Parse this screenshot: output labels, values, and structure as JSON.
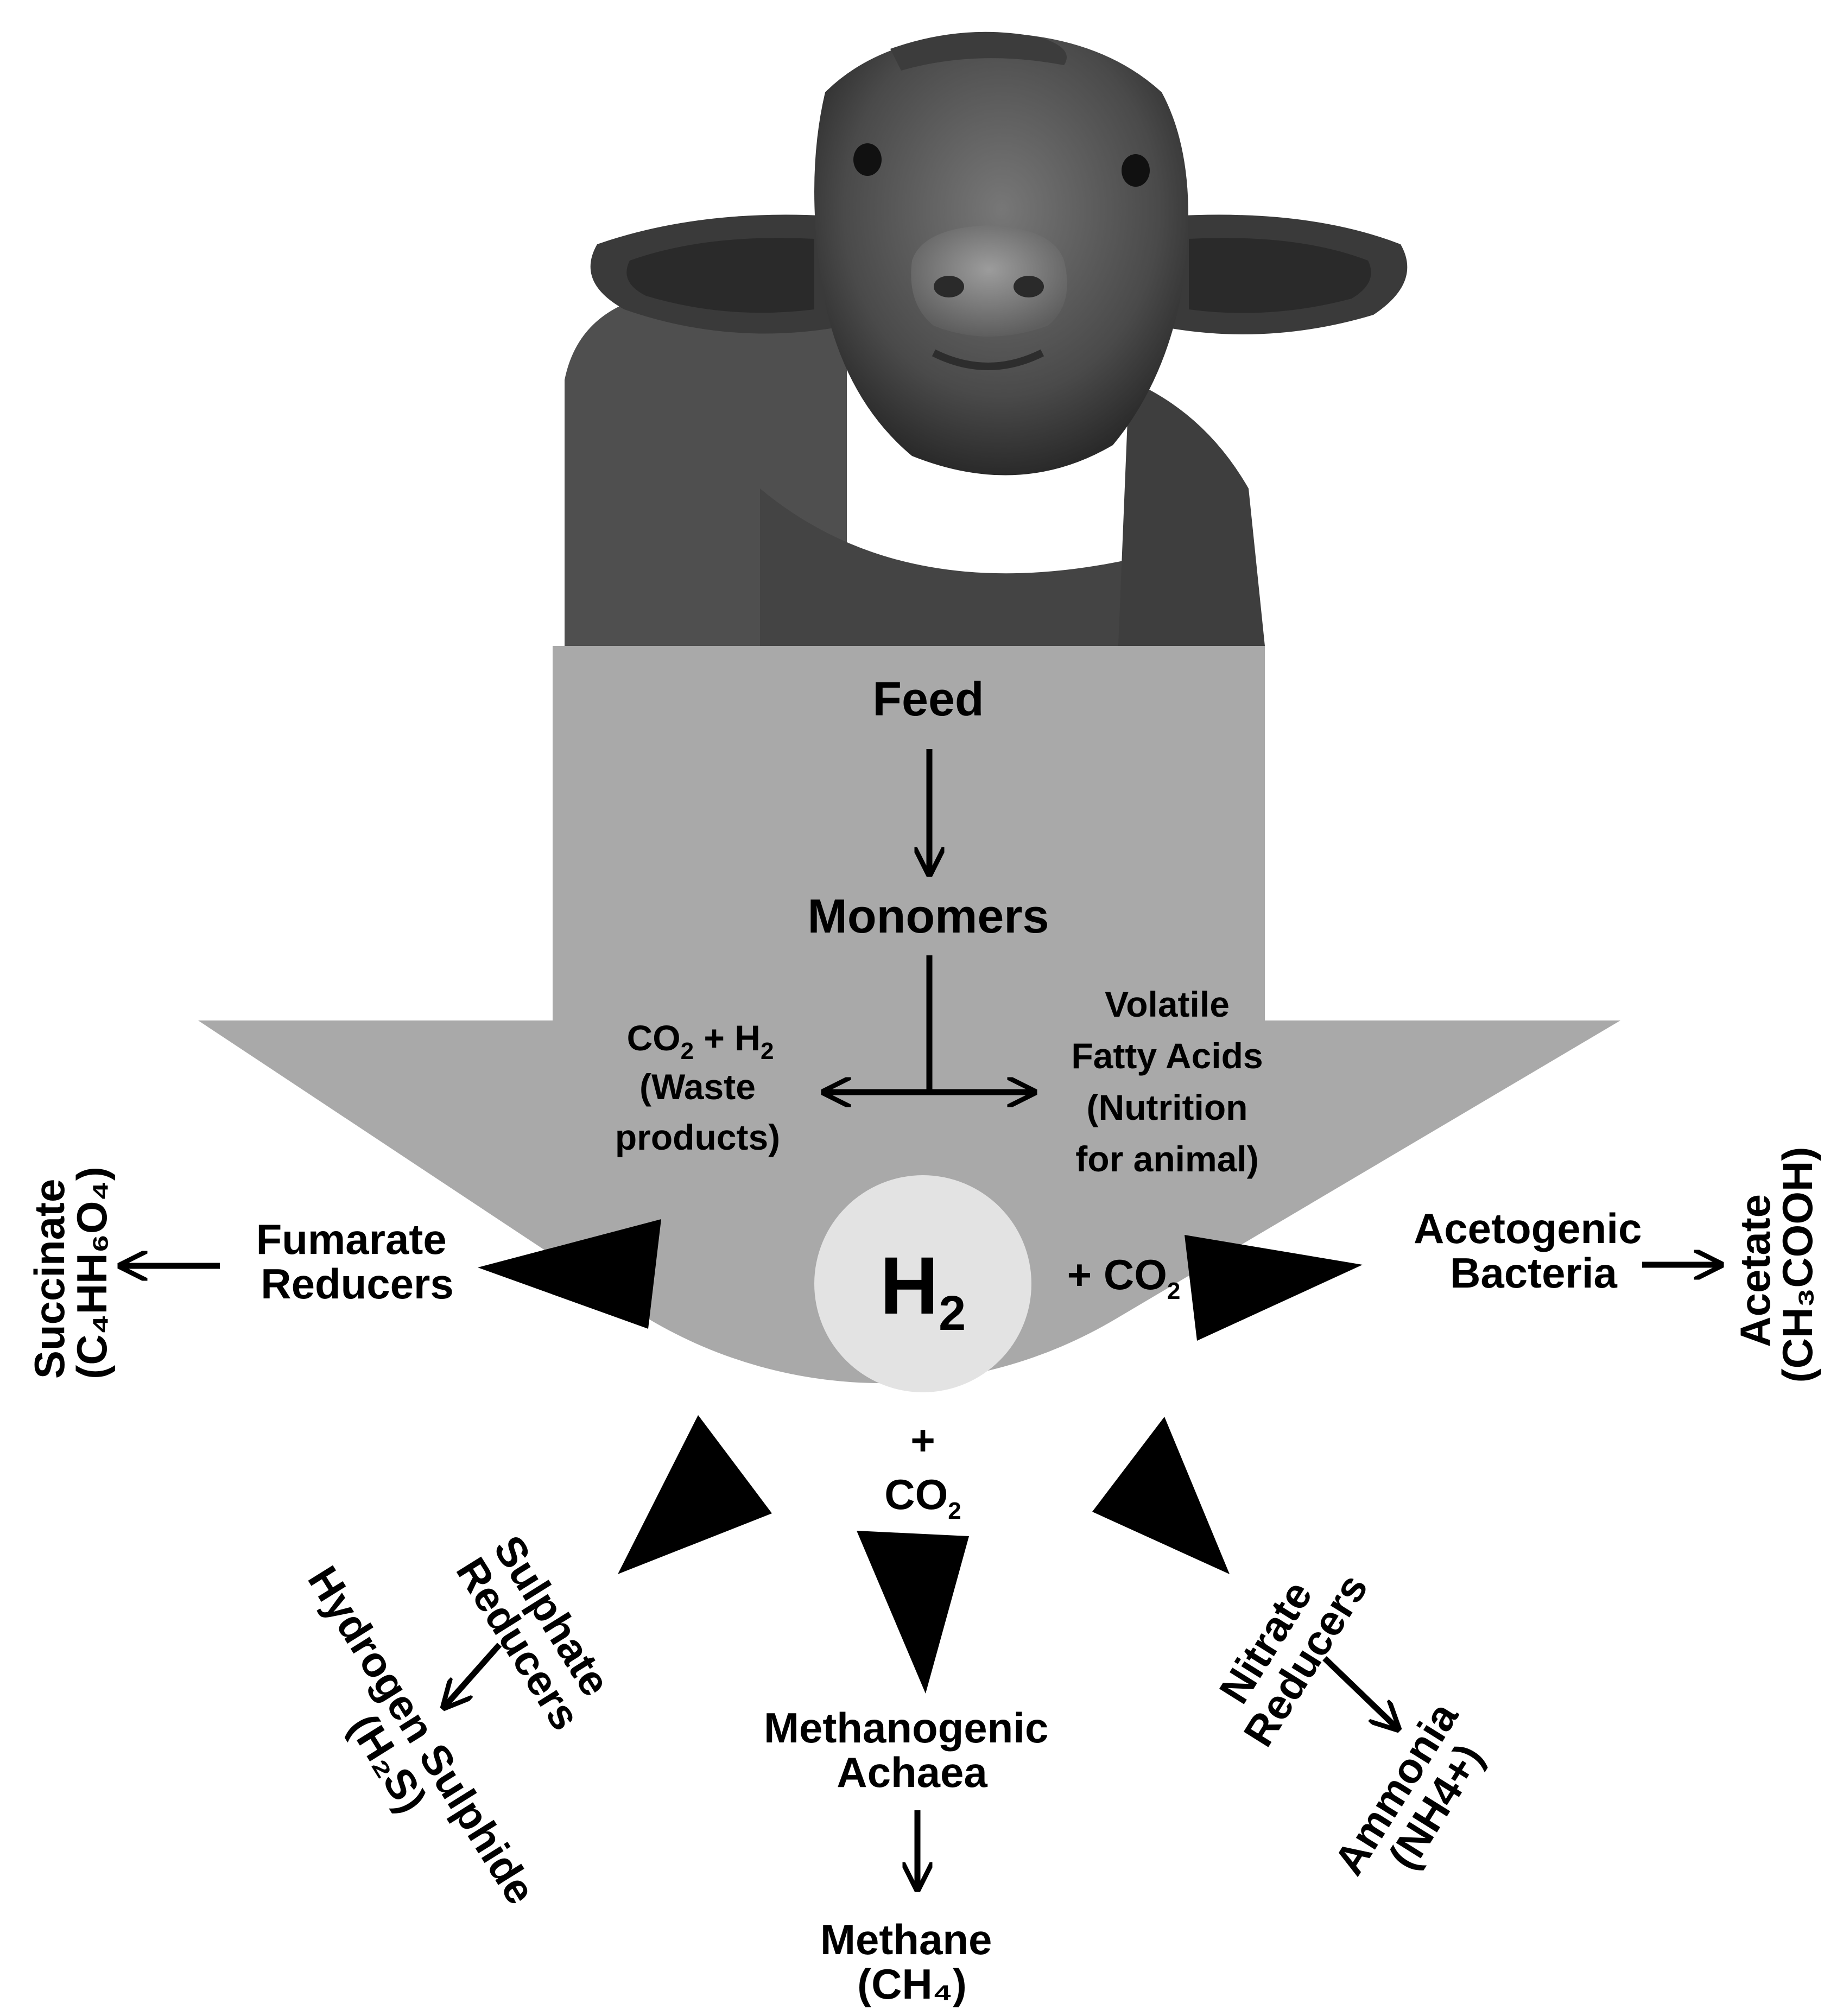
{
  "colors": {
    "background": "#ffffff",
    "funnel": "#a9a9a9",
    "spikes": "#000000",
    "h2_circle": "#e3e3e3",
    "animal": "#5a5a5a"
  },
  "images": {
    "animal_photo": "water-buffalo-head-photo"
  },
  "flow": {
    "feed": "Feed",
    "monomers": "Monomers",
    "waste": {
      "line1_a": "CO",
      "line1_b": "2",
      "line1_c": " + H",
      "line1_d": "2",
      "line2": "(Waste",
      "line3": "products)"
    },
    "vfa": {
      "line1": "Volatile",
      "line2": "Fatty Acids",
      "line3": "(Nutrition",
      "line4": "for animal)"
    }
  },
  "hub": {
    "h2_main": "H",
    "h2_sub": "2",
    "co2_right_a": "+ CO",
    "co2_right_b": "2",
    "co2_bottom_plus": "+",
    "co2_bottom_a": "CO",
    "co2_bottom_b": "2"
  },
  "pathways": {
    "fumarate": {
      "line1": "Fumarate",
      "line2": "Reducers",
      "product_line1": "Succinate",
      "product_line2": "(C₄HH₆O₄)"
    },
    "acetogenic": {
      "line1": "Acetogenic",
      "line2": "Bacteria",
      "product_line1": "Acetate",
      "product_line2": "(CH₃COOH)"
    },
    "sulphate": {
      "line1": "Sulphate",
      "line2": "Reducers",
      "product_line1": "Hydrogen Sulphide",
      "product_line2": "(H₂S)"
    },
    "methanogenic": {
      "line1": "Methanogenic",
      "line2": "Achaea",
      "product_line1": "Methane",
      "product_line2": "(CH₄)"
    },
    "nitrate": {
      "line1": "Nitrate",
      "line2": "Reducers",
      "product_line1": "Ammonia",
      "product_line2": "(NH4+)"
    }
  }
}
